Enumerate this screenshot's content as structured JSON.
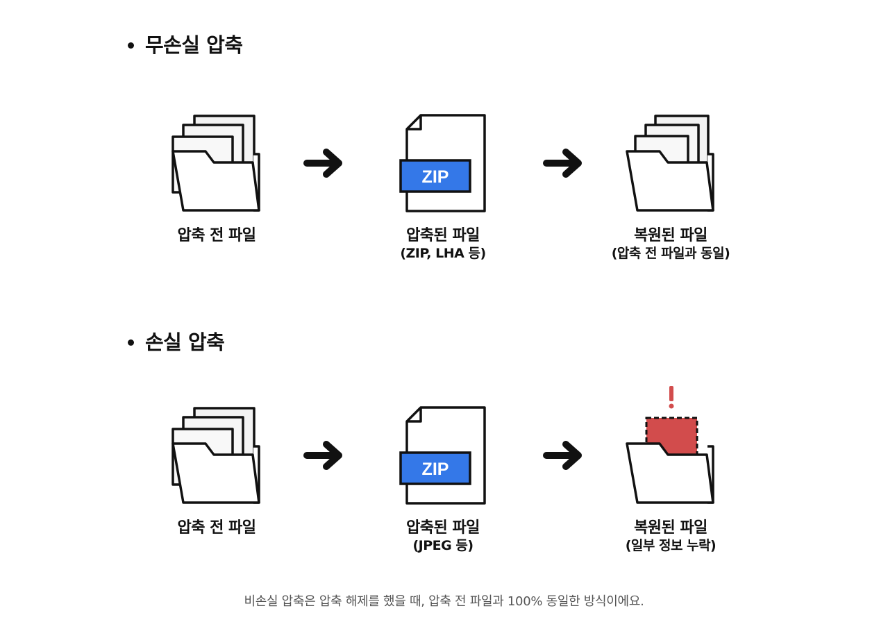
{
  "sections": [
    {
      "heading": "무손실 압축",
      "steps": [
        {
          "label": "압축 전 파일",
          "sub": ""
        },
        {
          "label": "압축된 파일",
          "sub": "(ZIP, LHA 등)",
          "badge": "ZIP"
        },
        {
          "label": "복원된 파일",
          "sub": "(압축 전 파일과 동일)"
        }
      ]
    },
    {
      "heading": "손실 압축",
      "steps": [
        {
          "label": "압축 전 파일",
          "sub": ""
        },
        {
          "label": "압축된 파일",
          "sub": "(JPEG 등)",
          "badge": "ZIP"
        },
        {
          "label": "복원된 파일",
          "sub": "(일부 정보 누락)",
          "warning": "!"
        }
      ]
    }
  ],
  "footer_note": "비손실 압축은 압축 해제를 했을 때, 압축 전 파일과 100% 동일한 방식이에요.",
  "colors": {
    "badge": "#3478e8",
    "loss": "#d24c4c",
    "ink": "#111111"
  },
  "icons": [
    "folder-with-files-icon",
    "arrow-right-icon",
    "zip-file-icon",
    "damaged-folder-icon",
    "exclamation-icon"
  ]
}
